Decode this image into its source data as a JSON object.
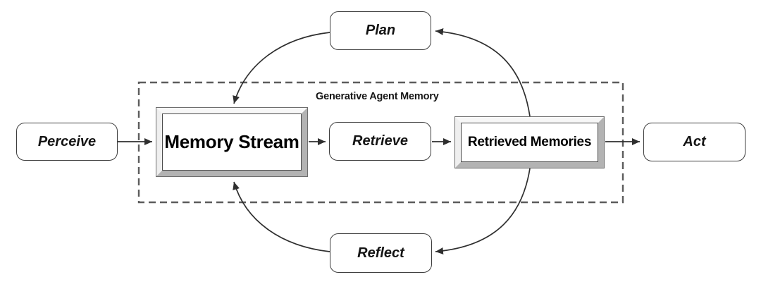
{
  "diagram": {
    "region_title": "Generative Agent Memory",
    "nodes": {
      "perceive": {
        "label": "Perceive",
        "shape": "rounded"
      },
      "memory_stream": {
        "label": "Memory Stream",
        "shape": "beveled-frame"
      },
      "retrieve": {
        "label": "Retrieve",
        "shape": "rounded"
      },
      "retrieved_memories": {
        "label": "Retrieved Memories",
        "shape": "beveled-frame"
      },
      "act": {
        "label": "Act",
        "shape": "rounded"
      },
      "plan": {
        "label": "Plan",
        "shape": "rounded"
      },
      "reflect": {
        "label": "Reflect",
        "shape": "rounded"
      }
    },
    "edges": [
      {
        "from": "Perceive",
        "to": "Memory Stream",
        "style": "straight-arrow"
      },
      {
        "from": "Memory Stream",
        "to": "Retrieve",
        "style": "straight-arrow"
      },
      {
        "from": "Retrieve",
        "to": "Retrieved Memories",
        "style": "straight-arrow"
      },
      {
        "from": "Retrieved Memories",
        "to": "Act",
        "style": "straight-arrow"
      },
      {
        "from": "Retrieved Memories",
        "to": "Plan",
        "style": "curved-arrow"
      },
      {
        "from": "Plan",
        "to": "Memory Stream",
        "style": "curved-arrow"
      },
      {
        "from": "Retrieved Memories",
        "to": "Reflect",
        "style": "curved-arrow"
      },
      {
        "from": "Reflect",
        "to": "Memory Stream",
        "style": "curved-arrow"
      }
    ],
    "colors": {
      "line": "#2f2f2f",
      "dashed": "#5c5c5c",
      "box_fill": "#ffffff",
      "bevel_light": "#f7f7f7",
      "bevel_lighter": "#efefef",
      "bevel_dark": "#b3b3b3",
      "text": "#141414"
    }
  }
}
